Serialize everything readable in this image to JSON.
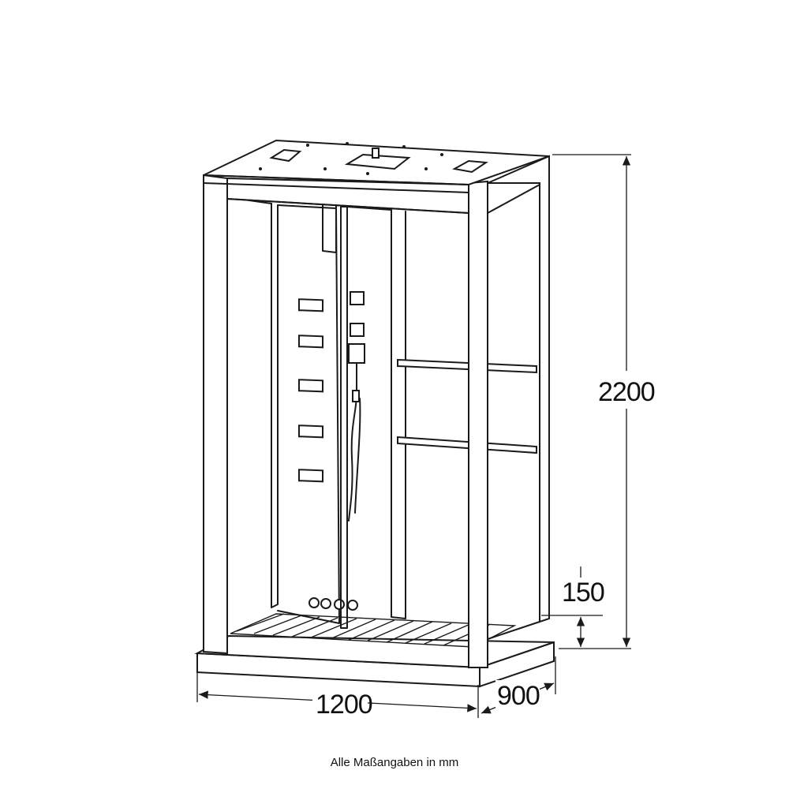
{
  "dimensions": {
    "height": "2200",
    "tray_height": "150",
    "width": "1200",
    "depth": "900"
  },
  "footnote": "Alle Maßangaben in mm"
}
